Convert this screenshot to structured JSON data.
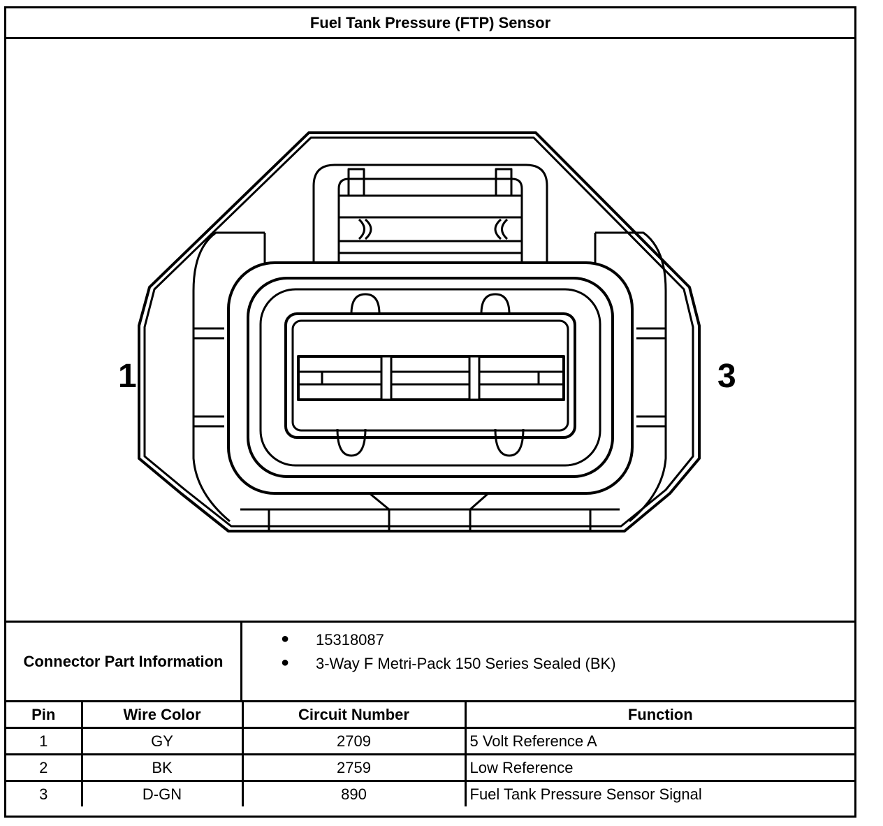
{
  "title": "Fuel Tank Pressure (FTP) Sensor",
  "diagram": {
    "pin_left_label": "1",
    "pin_right_label": "3"
  },
  "connector_info": {
    "label": "Connector Part Information",
    "items": [
      "15318087",
      "3-Way F Metri-Pack 150 Series Sealed (BK)"
    ]
  },
  "pin_table": {
    "headers": [
      "Pin",
      "Wire Color",
      "Circuit Number",
      "Function"
    ],
    "rows": [
      [
        "1",
        "GY",
        "2709",
        "5 Volt Reference A"
      ],
      [
        "2",
        "BK",
        "2759",
        "Low Reference"
      ],
      [
        "3",
        "D-GN",
        "890",
        "Fuel Tank Pressure Sensor Signal"
      ]
    ]
  }
}
